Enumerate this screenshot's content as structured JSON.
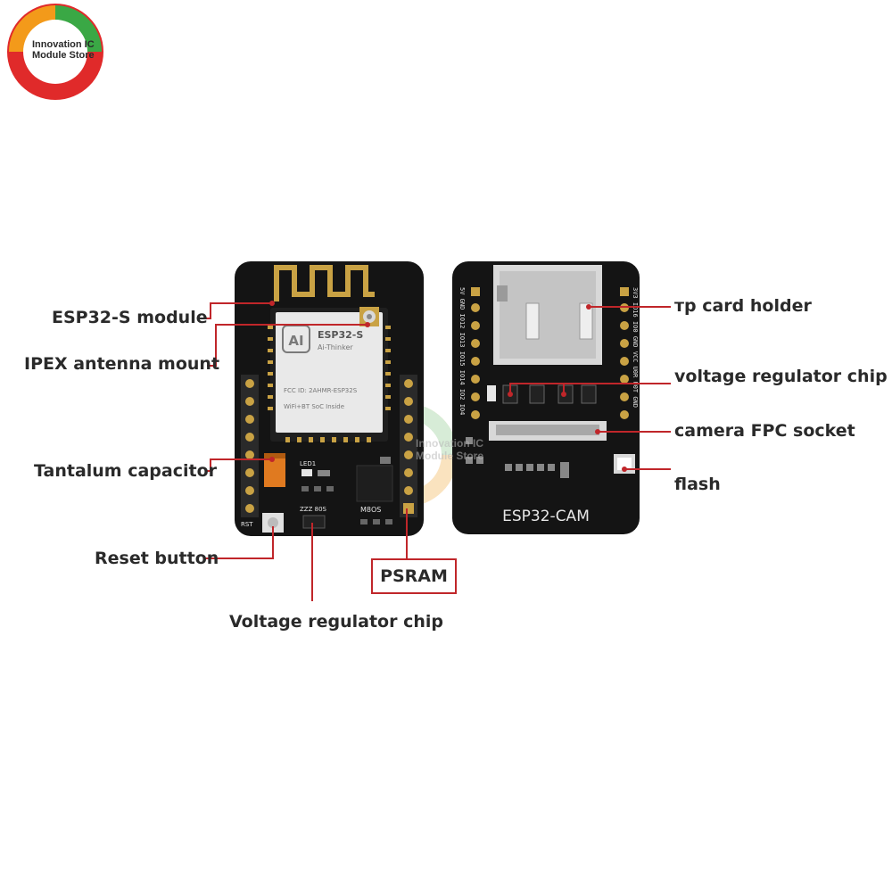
{
  "logo": {
    "line1": "Innovation IC",
    "line2": "Module Store"
  },
  "watermark": {
    "line1": "Innovation IC",
    "line2": "Module Store"
  },
  "front_board": {
    "module_brand": "ESP32-S",
    "module_maker": "Ai-Thinker",
    "fcc_line": "FCC ID: 2AHMR-ESP32S",
    "soc_line": "WiFi+BT SoC Inside",
    "led_label": "LED1",
    "rst_label": "RST",
    "psram_silk": "M8OS",
    "reg_silk": "ZZZ 80S"
  },
  "back_board": {
    "name": "ESP32-CAM",
    "left_pins": [
      "5V",
      "GND",
      "IO12",
      "IO13",
      "IO15",
      "IO14",
      "IO2",
      "IO4"
    ],
    "right_pins": [
      "3V3",
      "IO16",
      "IO0",
      "GND",
      "VCC",
      "U0R",
      "U0T",
      "GND"
    ]
  },
  "callouts": {
    "esp32s_module": "ESP32-S module",
    "ipex_antenna": "IPEX antenna mount",
    "tantalum_capacitor": "Tantalum capacitor",
    "reset_button": "Reset button",
    "psram": "PSRAM",
    "voltage_regulator_front": "Voltage regulator chip",
    "tf_card_holder": "тp card holder",
    "voltage_regulator_back": "voltage regulator chip",
    "camera_fpc_socket": "camera FPC socket",
    "flash": "flash"
  },
  "colors": {
    "pcb": "#141414",
    "callout_line": "#c0262a",
    "gold": "#c9a244",
    "silk": "#e6e6e6"
  }
}
